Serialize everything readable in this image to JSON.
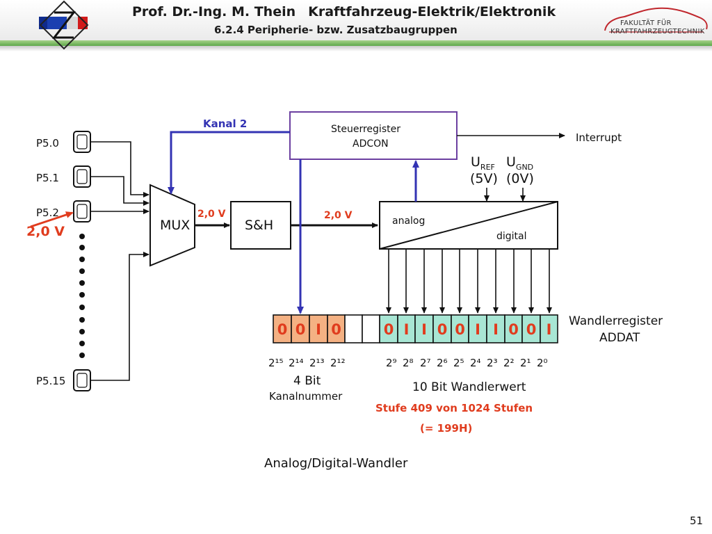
{
  "header": {
    "author": "Prof. Dr.-Ing. M. Thein",
    "course": "Kraftfahrzeug-Elektrik/Elektronik",
    "section": "6.2.4 Peripherie- bzw. Zusatzbaugruppen",
    "faculty_line1": "FAKULTÄT FÜR",
    "faculty_line2": "KRAFTFAHRZEUGTECHNIK"
  },
  "diagram": {
    "ports": [
      "P5.0",
      "P5.1",
      "P5.2",
      "P5.15"
    ],
    "input_voltage": "2,0 V",
    "mux_label": "MUX",
    "sh_label": "S&H",
    "mux_out_voltage": "2,0 V",
    "sh_out_voltage": "2,0 V",
    "channel_label": "Kanal 2",
    "control_register": {
      "line1": "Steuerregister",
      "line2": "ADCON"
    },
    "interrupt_label": "Interrupt",
    "uref": {
      "main": "U",
      "sub": "REF",
      "value": "(5V)"
    },
    "ugnd": {
      "main": "U",
      "sub": "GND",
      "value": "(0V)"
    },
    "adc_analog": "analog",
    "adc_digital": "digital",
    "channel_bits": [
      "0",
      "0",
      "I",
      "0"
    ],
    "blank_bits": [
      "",
      ""
    ],
    "value_bits": [
      "0",
      "I",
      "I",
      "0",
      "0",
      "I",
      "I",
      "0",
      "0",
      "I"
    ],
    "channel_weights": [
      "2¹⁵",
      "2¹⁴",
      "2¹³",
      "2¹²"
    ],
    "value_weights": [
      "2⁹",
      "2⁸",
      "2⁷",
      "2⁶",
      "2⁵",
      "2⁴",
      "2³",
      "2²",
      "2¹",
      "2⁰"
    ],
    "channel_caption_1": "4 Bit",
    "channel_caption_2": "Kanalnummer",
    "value_caption": "10 Bit Wandlerwert",
    "result_register_1": "Wandlerregister",
    "result_register_2": "ADDAT",
    "step_text": "Stufe 409 von 1024 Stufen",
    "hex_text": "(= 199H)",
    "caption": "Analog/Digital-Wandler"
  },
  "colors": {
    "blue": "#3333b3",
    "red": "#e03c1e",
    "channel_cell": "#f4b183",
    "value_cell": "#a8e6d4",
    "box_border": "#6b3fa0"
  },
  "page_number": "51"
}
